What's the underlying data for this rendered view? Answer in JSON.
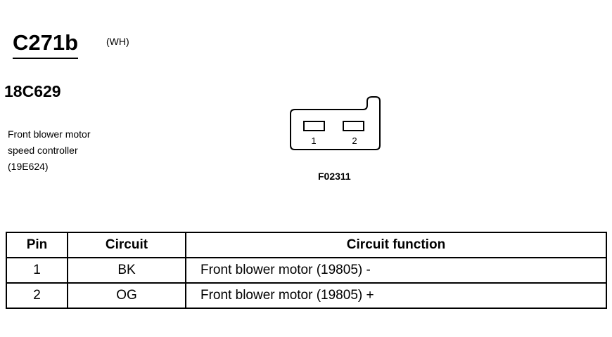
{
  "connector": {
    "id": "C271b",
    "color_code": "(WH)",
    "part_number": "18C629",
    "description_lines": [
      "Front blower motor",
      "speed controller",
      "(19E624)"
    ],
    "figure_id": "F02311",
    "pin_labels": [
      "1",
      "2"
    ]
  },
  "table": {
    "headers": [
      "Pin",
      "Circuit",
      "Circuit function"
    ],
    "rows": [
      {
        "pin": "1",
        "circuit": "BK",
        "function": "Front blower motor (19805) -"
      },
      {
        "pin": "2",
        "circuit": "OG",
        "function": "Front blower motor (19805) +"
      }
    ]
  }
}
